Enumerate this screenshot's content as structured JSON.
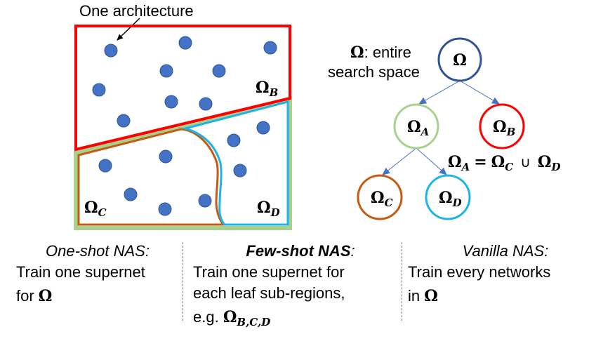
{
  "annotation": {
    "one_architecture": "One architecture"
  },
  "colors": {
    "root": "#2f5597",
    "region_a": "#a9d18e",
    "region_b": "#ff0000",
    "region_c": "#c55a11",
    "region_d": "#1fb4e8",
    "dot": "#4472c4",
    "dot_stroke": "#2f5597",
    "edge": "#4472c4"
  },
  "region_labels": {
    "b": {
      "symbol": "Ω",
      "sub": "B"
    },
    "c": {
      "symbol": "Ω",
      "sub": "C"
    },
    "d": {
      "symbol": "Ω",
      "sub": "D"
    }
  },
  "tree": {
    "root_desc_symbol": "Ω",
    "root_desc_line1": ": entire",
    "root_desc_line2": "search space",
    "nodes": [
      {
        "id": "root",
        "symbol": "Ω",
        "sub": ""
      },
      {
        "id": "a",
        "symbol": "Ω",
        "sub": "A"
      },
      {
        "id": "b",
        "symbol": "Ω",
        "sub": "B"
      },
      {
        "id": "c",
        "symbol": "Ω",
        "sub": "C"
      },
      {
        "id": "d",
        "symbol": "Ω",
        "sub": "D"
      }
    ],
    "equation": {
      "lhs_symbol": "Ω",
      "lhs_sub": "A",
      "eq": "=",
      "r1_symbol": "Ω",
      "r1_sub": "C",
      "union": "∪",
      "r2_symbol": "Ω",
      "r2_sub": "D"
    }
  },
  "captions": {
    "one_shot": {
      "title": "One-shot NAS:",
      "line1": "Train one supernet",
      "line2_prefix": "for ",
      "line2_symbol": "Ω"
    },
    "few_shot": {
      "title_bold": "Few-shot NAS",
      "title_suffix": ":",
      "line1": "Train one supernet for",
      "line2": "each leaf sub-regions,",
      "line3_prefix": "e.g. ",
      "line3_symbol": "Ω",
      "line3_sub": "B,C,D"
    },
    "vanilla": {
      "title": "Vanilla NAS:",
      "line1": "Train every networks",
      "line2_prefix": "in ",
      "line2_symbol": "Ω"
    }
  }
}
